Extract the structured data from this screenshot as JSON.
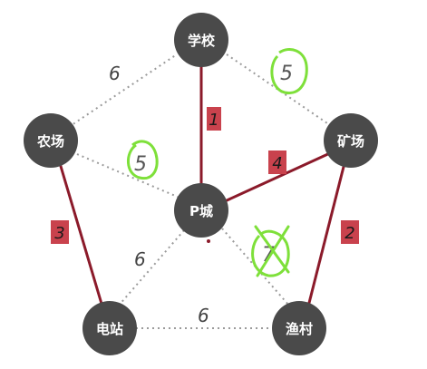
{
  "diagram": {
    "nodes": [
      {
        "id": "school",
        "label": "学校"
      },
      {
        "id": "farm",
        "label": "农场"
      },
      {
        "id": "mine",
        "label": "矿场"
      },
      {
        "id": "pcity",
        "label": "P城"
      },
      {
        "id": "power",
        "label": "电站"
      },
      {
        "id": "fishing",
        "label": "渔村"
      }
    ],
    "edges": [
      {
        "id": "e-farm-school",
        "weight": "6",
        "style": "dotted"
      },
      {
        "id": "e-school-mine",
        "weight": "5",
        "style": "dotted"
      },
      {
        "id": "e-school-pcity",
        "weight": "1",
        "style": "mst"
      },
      {
        "id": "e-farm-pcity",
        "weight": "5",
        "style": "dotted"
      },
      {
        "id": "e-pcity-mine",
        "weight": "4",
        "style": "mst"
      },
      {
        "id": "e-farm-power",
        "weight": "3",
        "style": "mst"
      },
      {
        "id": "e-mine-fishing",
        "weight": "2",
        "style": "mst"
      },
      {
        "id": "e-pcity-power",
        "weight": "6",
        "style": "dotted"
      },
      {
        "id": "e-pcity-fishing",
        "weight": "7",
        "style": "dotted"
      },
      {
        "id": "e-power-fishing",
        "weight": "6",
        "style": "dotted"
      }
    ],
    "colors": {
      "node_fill": "#4a4a4a",
      "mst_edge": "#8b1a2a",
      "mst_label_bg": "#c9424d",
      "dotted_edge": "#9a9a9a",
      "highlight": "#7ee03a"
    }
  }
}
